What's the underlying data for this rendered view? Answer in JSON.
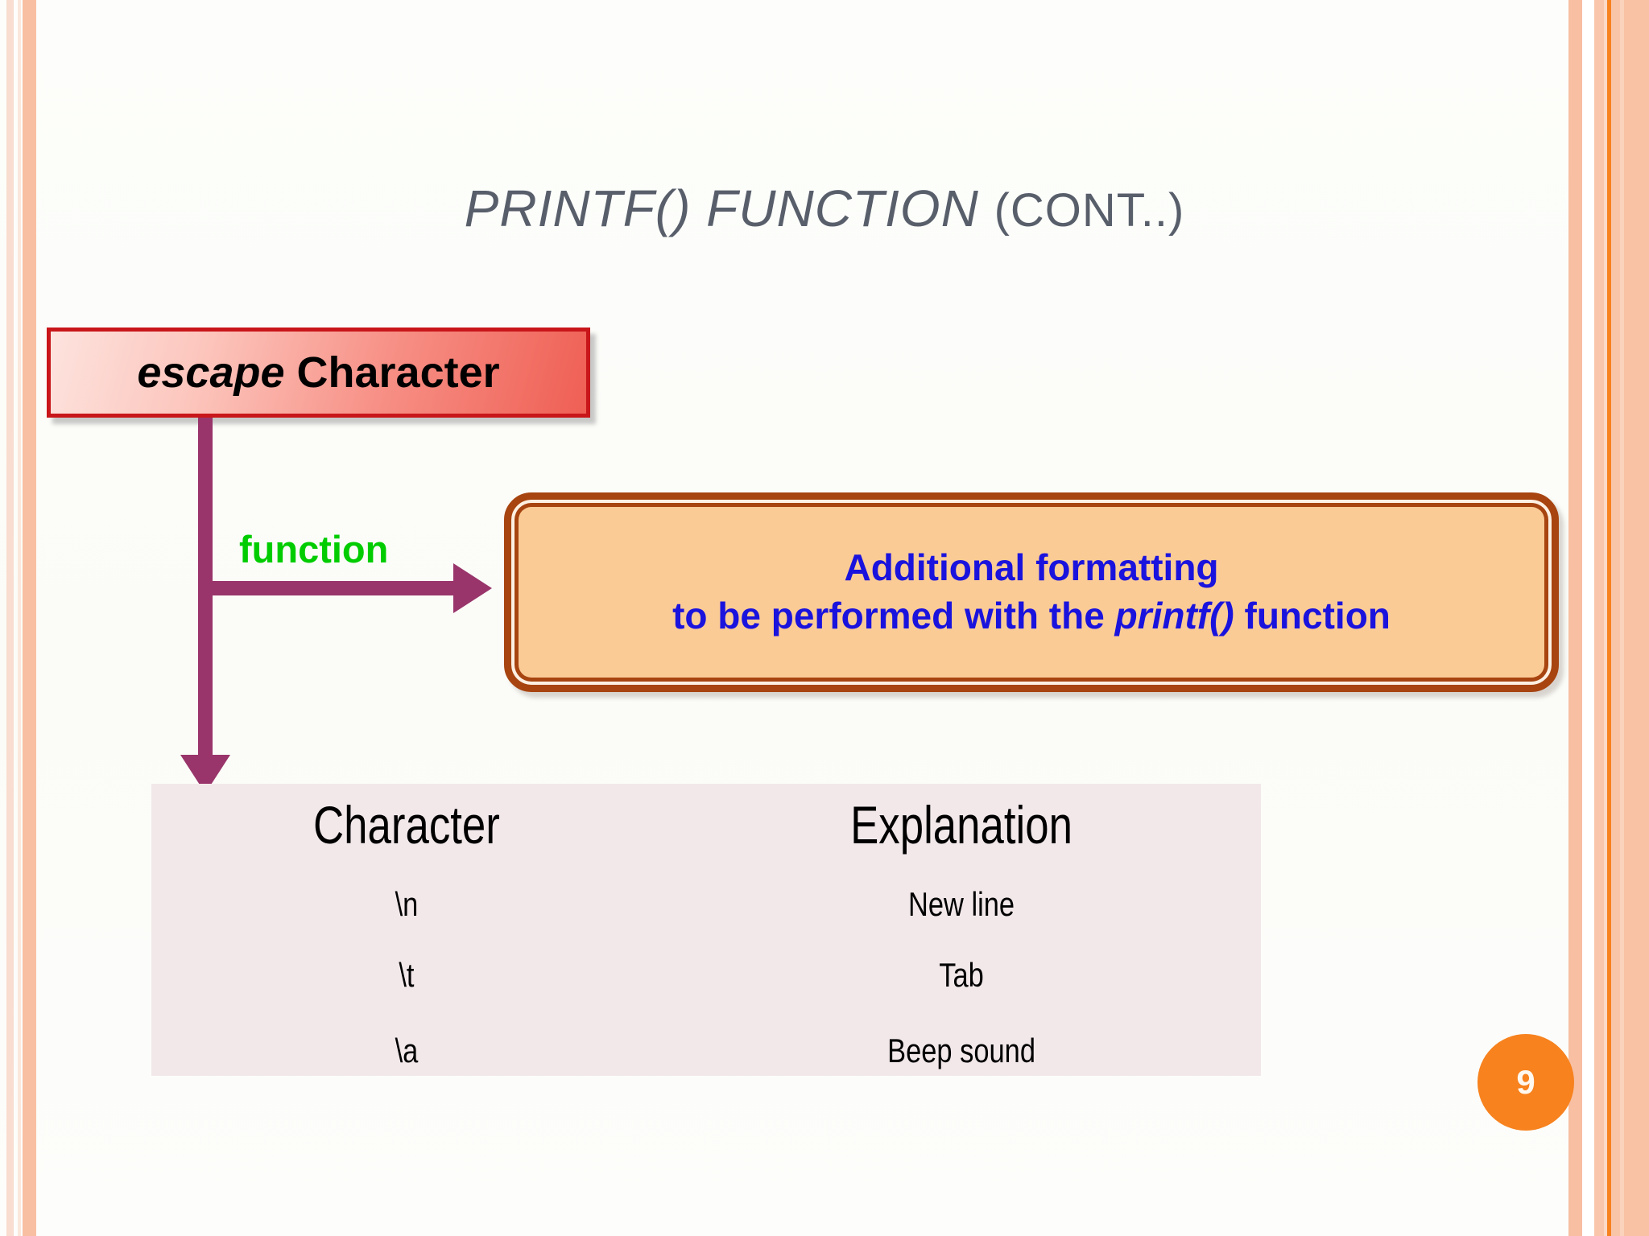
{
  "slide": {
    "title_main": "PRINTF() FUNCTION ",
    "title_tail": "(CONT..)",
    "background_color": "#fcfdfa",
    "page_number": "9"
  },
  "decor": {
    "left_stripe_color": "#f8bfa2",
    "right_stripe_color": "#f9c2a4",
    "right_accent_line_color": "#f7821e"
  },
  "escape_box": {
    "label_italic": "escape",
    "label_regular": " Character",
    "fill_start_color": "#fde3de",
    "fill_end_color": "#ef5f54",
    "border_color": "#c8161a"
  },
  "connector": {
    "color": "#99356b",
    "function_label": "function",
    "function_label_color": "#00cc00"
  },
  "info_box": {
    "line1": "Additional formatting",
    "line2_before": "to be performed with the ",
    "line2_italic": "printf()",
    "line2_after": " function",
    "fill_color": "#fbcb96",
    "border_color": "#a74410",
    "text_color": "#1a13dd"
  },
  "table": {
    "background_color": "#f2e8ea",
    "headers": [
      "Character",
      "Explanation"
    ],
    "rows": [
      {
        "character": "\\n",
        "explanation": "New line"
      },
      {
        "character": "\\t",
        "explanation": "Tab"
      },
      {
        "character": "\\a",
        "explanation": "Beep sound"
      }
    ]
  },
  "badge": {
    "color": "#f7821e",
    "text_color": "#fff8f0"
  }
}
